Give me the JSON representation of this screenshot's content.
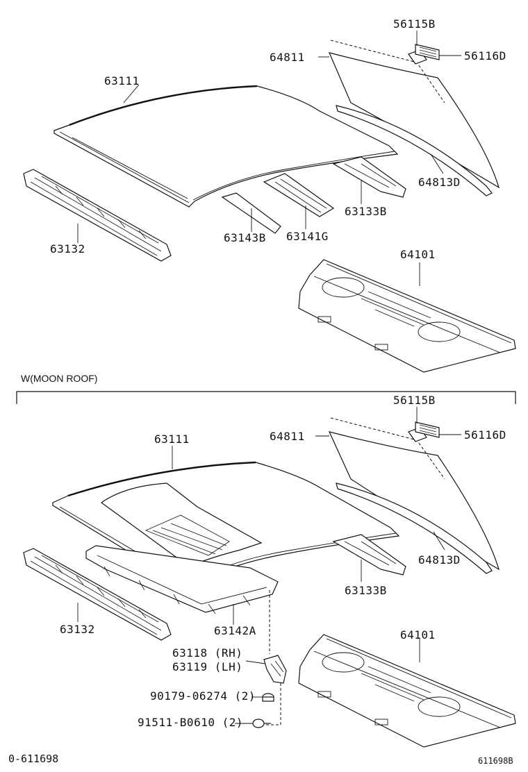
{
  "section_top": {
    "labels": {
      "roof_panel": "63111",
      "back_window_glass": "64811",
      "clip_upper": "56115B",
      "clip_lower": "56116D",
      "back_window_moulding": "64813D",
      "reinf_rear": "63133B",
      "reinf_center_a": "63143B",
      "reinf_center_b": "63141G",
      "reinf_front": "63132",
      "package_tray": "64101"
    }
  },
  "section_moonroof": {
    "heading": "W(MOON ROOF)",
    "labels": {
      "roof_panel": "63111",
      "back_window_glass": "64811",
      "clip_upper": "56115B",
      "clip_lower": "56116D",
      "back_window_moulding": "64813D",
      "reinf_rear": "63133B",
      "reinf_front": "63132",
      "moonroof_frame": "63142A",
      "bracket_rh": "63118 (RH)",
      "bracket_lh": "63119 (LH)",
      "nut": "90179-06274 (2)",
      "bolt": "91511-B0610 (2)",
      "package_tray": "64101"
    }
  },
  "footer": {
    "left_code": "0-611698",
    "right_code": "611698B"
  }
}
